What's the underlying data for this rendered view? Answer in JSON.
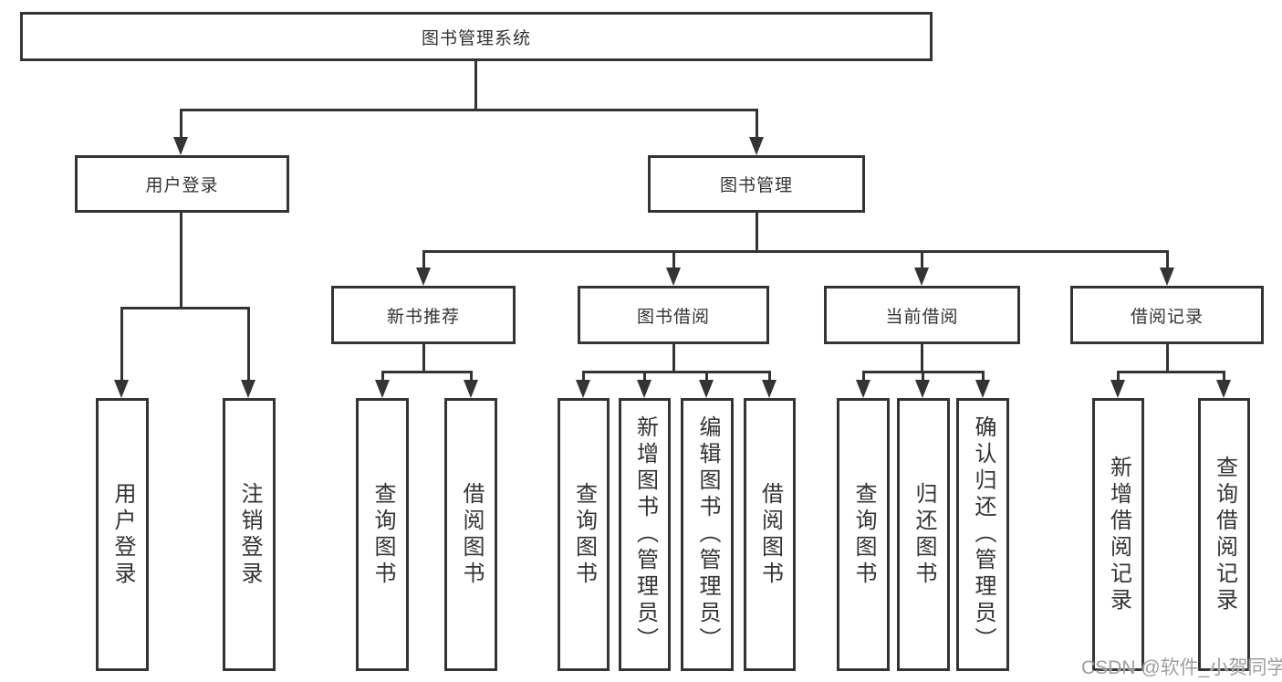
{
  "nodes": {
    "root": "图书管理系统",
    "user_login_group": "用户登录",
    "book_management": "图书管理",
    "new_book_recommend": "新书推荐",
    "book_borrowing": "图书借阅",
    "current_borrowing": "当前借阅",
    "borrowing_records": "借阅记录",
    "leaf_user_login": "用户登录",
    "leaf_logout": "注销登录",
    "leaf_recommend_query_books": "查询图书",
    "leaf_recommend_borrow_books": "借阅图书",
    "leaf_borrow_query_books": "查询图书",
    "leaf_borrow_add_books_admin": "新增图书（管理员）",
    "leaf_borrow_edit_books_admin": "编辑图书（管理员）",
    "leaf_borrow_borrow_books": "借阅图书",
    "leaf_current_query_books": "查询图书",
    "leaf_current_return_books": "归还图书",
    "leaf_current_confirm_return_admin": "确认归还（管理员）",
    "leaf_records_add_record": "新增借阅记录",
    "leaf_records_query_record": "查询借阅记录"
  },
  "watermark": "CSDN @软件_小贺同学",
  "colors": {
    "line": "#343434",
    "text": "#333333",
    "watermark": "#9f9f9f",
    "background": "#ffffff"
  }
}
